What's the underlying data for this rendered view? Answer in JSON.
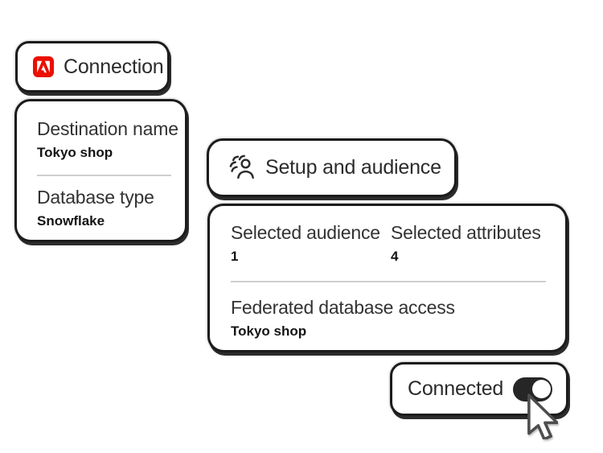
{
  "colors": {
    "adobe_red": "#EB1000",
    "card_border": "#1c1c1c",
    "label_text": "#323232",
    "value_text": "#141414",
    "divider": "#cfcfcf",
    "toggle_on": "#262626",
    "toggle_knob": "#ffffff",
    "background": "#ffffff"
  },
  "connection_card": {
    "icon": "adobe-logo-icon",
    "title": "Connection"
  },
  "destination_card": {
    "fields": [
      {
        "label": "Destination name",
        "value": "Tokyo shop"
      },
      {
        "label": "Database type",
        "value": "Snowflake"
      }
    ]
  },
  "setup_card": {
    "icon": "audience-icon",
    "title": "Setup and audience"
  },
  "summary_card": {
    "stats": [
      {
        "label": "Selected audience",
        "value": "1"
      },
      {
        "label": "Selected attributes",
        "value": "4"
      }
    ],
    "field": {
      "label": "Federated database access",
      "value": "Tokyo shop"
    }
  },
  "connected_card": {
    "label": "Connected",
    "toggle_state": "on"
  },
  "cursor": {
    "type": "arrow-pointer"
  }
}
